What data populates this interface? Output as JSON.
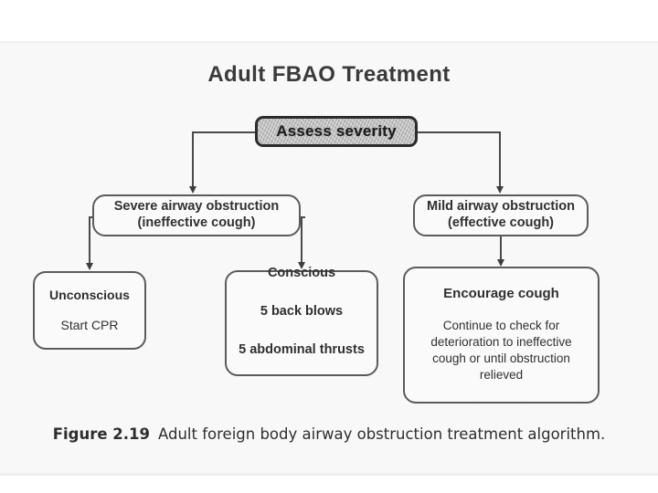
{
  "figure": {
    "title": "Adult FBAO Treatment",
    "caption_label": "Figure 2.19",
    "caption_text": "Adult foreign body airway obstruction treatment algorithm.",
    "colors": {
      "paper": "#f8f8f8",
      "ink": "#2a2a2a",
      "line": "#4a4a4a",
      "root_fill": "#d8d8d8",
      "box_border": "#5b5b5b"
    }
  },
  "nodes": {
    "assess": {
      "header": "Assess severity"
    },
    "severe": {
      "header": "Severe airway obstruction",
      "subheader": "(ineffective cough)"
    },
    "mild": {
      "header": "Mild airway obstruction",
      "subheader": "(effective cough)"
    },
    "unconscious": {
      "header": "Unconscious",
      "body": "Start CPR"
    },
    "conscious": {
      "header": "Conscious",
      "body_line1": "5 back blows",
      "body_line2": "5 abdominal thrusts"
    },
    "encourage": {
      "header": "Encourage cough",
      "body": "Continue to check for deterioration to ineffective cough or until obstruction relieved"
    }
  },
  "edges": [
    {
      "name": "assess-to-severe",
      "from": "assess",
      "to": "severe"
    },
    {
      "name": "assess-to-mild",
      "from": "assess",
      "to": "mild"
    },
    {
      "name": "severe-to-unconscious",
      "from": "severe",
      "to": "unconscious"
    },
    {
      "name": "severe-to-conscious",
      "from": "severe",
      "to": "conscious"
    },
    {
      "name": "mild-to-encourage",
      "from": "mild",
      "to": "encourage"
    }
  ]
}
